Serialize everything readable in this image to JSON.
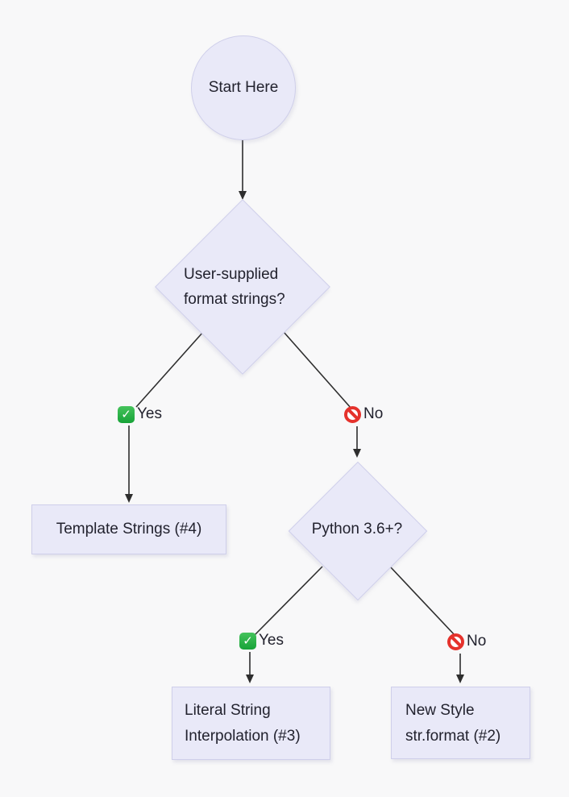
{
  "theme": {
    "canvas_bg": "#f8f8f9",
    "node_fill": "#e9e9f8",
    "node_border": "#cfcfea",
    "text_color": "#22222e",
    "line_color": "#2e2e2e",
    "check_green_top": "#45c35c",
    "check_green_bottom": "#17a338",
    "no_red": "#e5322c"
  },
  "nodes": {
    "start": {
      "label": "Start Here",
      "shape": "circle"
    },
    "decision_user_supplied": {
      "line1": "User-supplied",
      "line2": "format strings?",
      "shape": "diamond"
    },
    "decision_python36": {
      "label": "Python 3.6+?",
      "shape": "diamond"
    },
    "result_template_strings": {
      "label": "Template Strings (#4)",
      "shape": "rect"
    },
    "result_literal_interpolation": {
      "line1": "Literal String",
      "line2": "Interpolation (#3)",
      "shape": "rect"
    },
    "result_new_style": {
      "line1": "New Style",
      "line2": "str.format (#2)",
      "shape": "rect"
    }
  },
  "edges": {
    "yes1": {
      "label": "Yes",
      "icon": "check-icon"
    },
    "no1": {
      "label": "No",
      "icon": "prohibited-icon"
    },
    "yes2": {
      "label": "Yes",
      "icon": "check-icon"
    },
    "no2": {
      "label": "No",
      "icon": "prohibited-icon"
    }
  },
  "icons": {
    "check_glyph": "✓"
  }
}
